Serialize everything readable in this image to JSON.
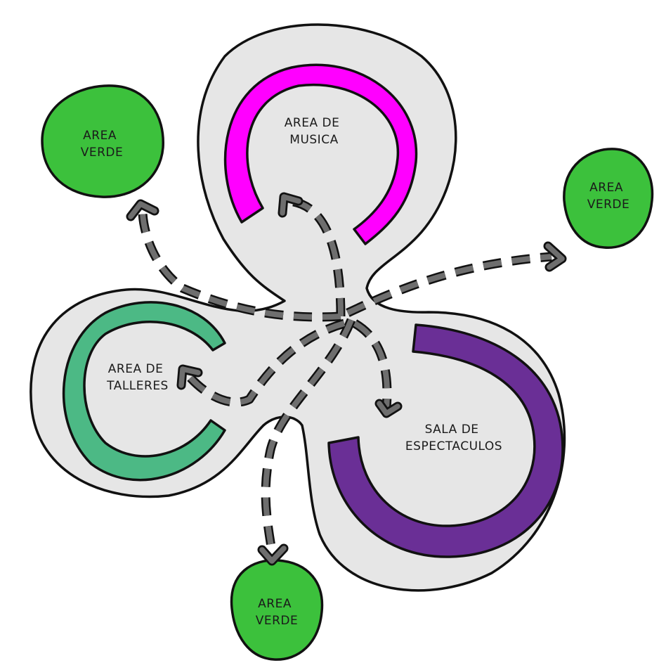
{
  "zones": {
    "music": {
      "label": [
        "AREA DE",
        "MUSICA"
      ],
      "color": "#ff00ff"
    },
    "workshops": {
      "label": [
        "AREA DE",
        "TALLERES"
      ],
      "color": "#4cb985"
    },
    "shows": {
      "label": [
        "SALA DE",
        "ESPECTACULOS"
      ],
      "color": "#6a2f96"
    }
  },
  "green_areas": {
    "top_left": {
      "label": [
        "AREA",
        "VERDE"
      ]
    },
    "right": {
      "label": [
        "AREA",
        "VERDE"
      ]
    },
    "bottom": {
      "label": [
        "AREA",
        "VERDE"
      ]
    }
  },
  "colors": {
    "background_blob": "#e6e6e6",
    "green_area": "#3cc13c",
    "arrow": "#6e6e6e",
    "outline": "#111111"
  }
}
